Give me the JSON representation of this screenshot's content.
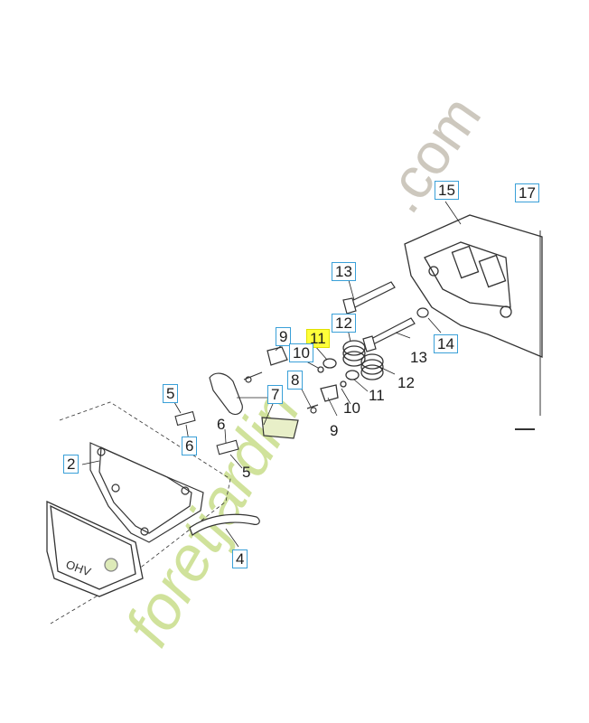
{
  "labels": {
    "l1": "15",
    "l2": "17",
    "l3": "13",
    "l4": "12",
    "l5": "14",
    "l6": "13",
    "l7": "12",
    "l8": "11",
    "l9": "9",
    "l10": "11",
    "l11": "10",
    "l12": "10",
    "l13": "9",
    "l14": "8",
    "l15": "7",
    "l16": "5",
    "l17": "6",
    "l18": "6",
    "l19": "5",
    "l20": "2",
    "l21": "4"
  },
  "engraving": "OHV",
  "watermark": {
    "text_green": "foretjardin",
    "text_grey": ".com",
    "color_green": "#c8dd8a",
    "color_orange": "#f6c48a",
    "color_grey": "#c8c3b8"
  },
  "colors": {
    "label_box": "#3aa0d8",
    "highlight": "#ffff3a",
    "line": "#222222"
  }
}
